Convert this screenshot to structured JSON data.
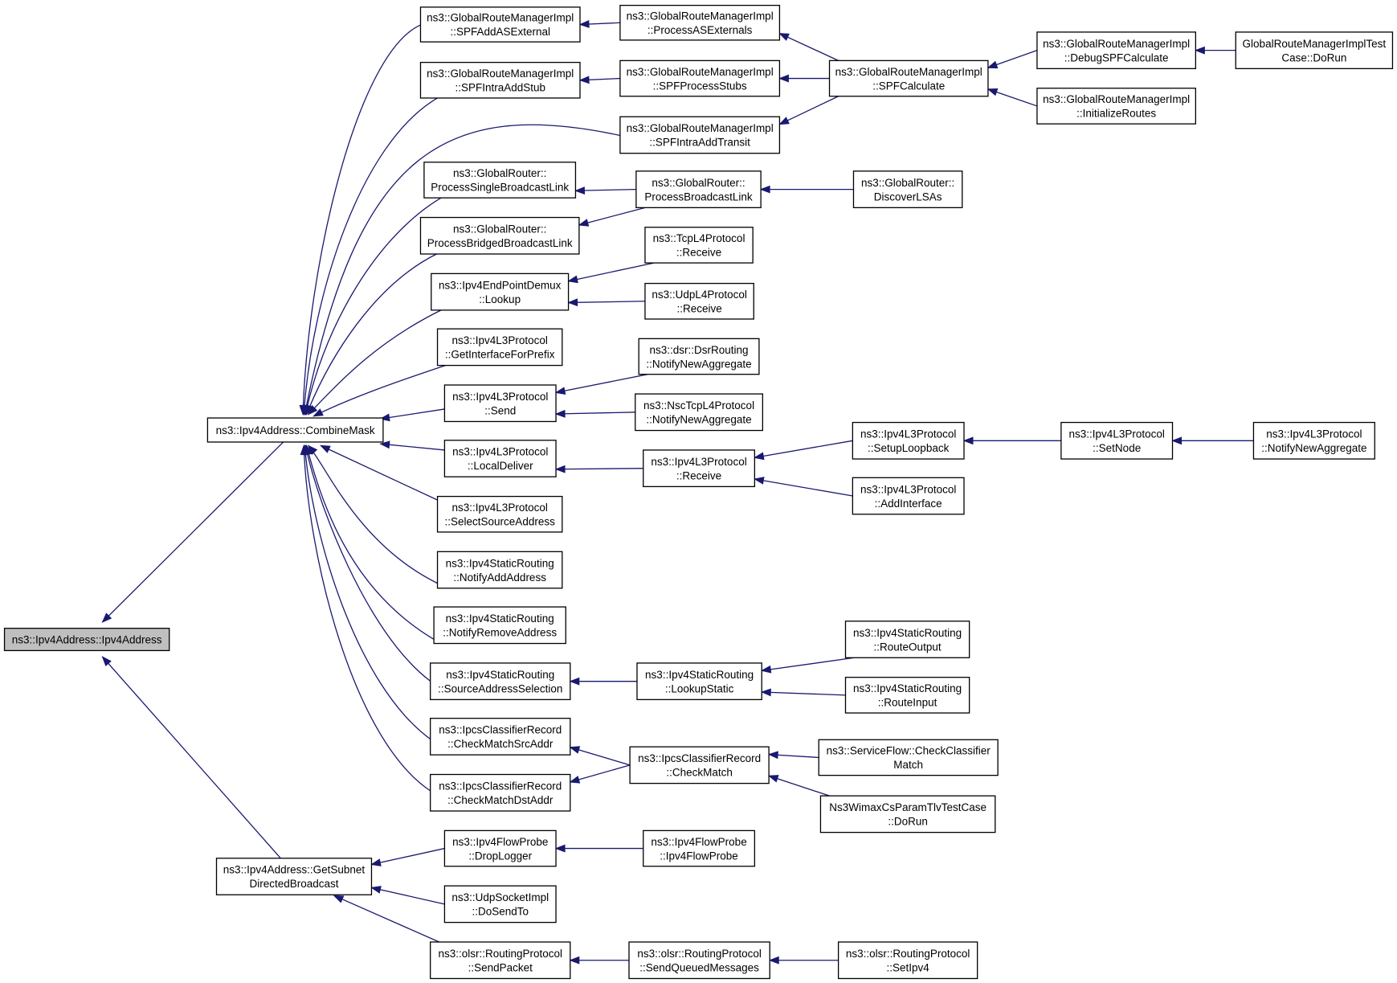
{
  "nodes": [
    {
      "id": "root",
      "lines": [
        "ns3::Ipv4Address::Ipv4Address"
      ]
    },
    {
      "id": "combine",
      "lines": [
        "ns3::Ipv4Address::CombineMask"
      ]
    },
    {
      "id": "subnet",
      "lines": [
        "ns3::Ipv4Address::GetSubnet",
        "DirectedBroadcast"
      ]
    },
    {
      "id": "spfAddAS",
      "lines": [
        "ns3::GlobalRouteManagerImpl",
        "::SPFAddASExternal"
      ]
    },
    {
      "id": "spfStub",
      "lines": [
        "ns3::GlobalRouteManagerImpl",
        "::SPFIntraAddStub"
      ]
    },
    {
      "id": "spfTransit",
      "lines": [
        "ns3::GlobalRouteManagerImpl",
        "::SPFIntraAddTransit"
      ]
    },
    {
      "id": "procASExt",
      "lines": [
        "ns3::GlobalRouteManagerImpl",
        "::ProcessASExternals"
      ]
    },
    {
      "id": "spfProcStubs",
      "lines": [
        "ns3::GlobalRouteManagerImpl",
        "::SPFProcessStubs"
      ]
    },
    {
      "id": "spfCalc",
      "lines": [
        "ns3::GlobalRouteManagerImpl",
        "::SPFCalculate"
      ]
    },
    {
      "id": "debugSPF",
      "lines": [
        "ns3::GlobalRouteManagerImpl",
        "::DebugSPFCalculate"
      ]
    },
    {
      "id": "initRoutes",
      "lines": [
        "ns3::GlobalRouteManagerImpl",
        "::InitializeRoutes"
      ]
    },
    {
      "id": "grmTest",
      "lines": [
        "GlobalRouteManagerImplTest",
        "Case::DoRun"
      ]
    },
    {
      "id": "procSingleBL",
      "lines": [
        "ns3::GlobalRouter::",
        "ProcessSingleBroadcastLink"
      ]
    },
    {
      "id": "procBridgedBL",
      "lines": [
        "ns3::GlobalRouter::",
        "ProcessBridgedBroadcastLink"
      ]
    },
    {
      "id": "procBL",
      "lines": [
        "ns3::GlobalRouter::",
        "ProcessBroadcastLink"
      ]
    },
    {
      "id": "discoverLSAs",
      "lines": [
        "ns3::GlobalRouter::",
        "DiscoverLSAs"
      ]
    },
    {
      "id": "epDemux",
      "lines": [
        "ns3::Ipv4EndPointDemux",
        "::Lookup"
      ]
    },
    {
      "id": "tcpRecv",
      "lines": [
        "ns3::TcpL4Protocol",
        "::Receive"
      ]
    },
    {
      "id": "udpRecv",
      "lines": [
        "ns3::UdpL4Protocol",
        "::Receive"
      ]
    },
    {
      "id": "getIfPrefix",
      "lines": [
        "ns3::Ipv4L3Protocol",
        "::GetInterfaceForPrefix"
      ]
    },
    {
      "id": "l3Send",
      "lines": [
        "ns3::Ipv4L3Protocol",
        "::Send"
      ]
    },
    {
      "id": "dsrNotify",
      "lines": [
        "ns3::dsr::DsrRouting",
        "::NotifyNewAggregate"
      ]
    },
    {
      "id": "nscNotify",
      "lines": [
        "ns3::NscTcpL4Protocol",
        "::NotifyNewAggregate"
      ]
    },
    {
      "id": "localDeliver",
      "lines": [
        "ns3::Ipv4L3Protocol",
        "::LocalDeliver"
      ]
    },
    {
      "id": "l3Recv",
      "lines": [
        "ns3::Ipv4L3Protocol",
        "::Receive"
      ]
    },
    {
      "id": "setupLoop",
      "lines": [
        "ns3::Ipv4L3Protocol",
        "::SetupLoopback"
      ]
    },
    {
      "id": "addIf",
      "lines": [
        "ns3::Ipv4L3Protocol",
        "::AddInterface"
      ]
    },
    {
      "id": "setNode",
      "lines": [
        "ns3::Ipv4L3Protocol",
        "::SetNode"
      ]
    },
    {
      "id": "l3Notify",
      "lines": [
        "ns3::Ipv4L3Protocol",
        "::NotifyNewAggregate"
      ]
    },
    {
      "id": "selSrc",
      "lines": [
        "ns3::Ipv4L3Protocol",
        "::SelectSourceAddress"
      ]
    },
    {
      "id": "srNotifyAdd",
      "lines": [
        "ns3::Ipv4StaticRouting",
        "::NotifyAddAddress"
      ]
    },
    {
      "id": "srNotifyRem",
      "lines": [
        "ns3::Ipv4StaticRouting",
        "::NotifyRemoveAddress"
      ]
    },
    {
      "id": "srSrcSel",
      "lines": [
        "ns3::Ipv4StaticRouting",
        "::SourceAddressSelection"
      ]
    },
    {
      "id": "srLookup",
      "lines": [
        "ns3::Ipv4StaticRouting",
        "::LookupStatic"
      ]
    },
    {
      "id": "srRouteOut",
      "lines": [
        "ns3::Ipv4StaticRouting",
        "::RouteOutput"
      ]
    },
    {
      "id": "srRouteIn",
      "lines": [
        "ns3::Ipv4StaticRouting",
        "::RouteInput"
      ]
    },
    {
      "id": "ipcsSrc",
      "lines": [
        "ns3::IpcsClassifierRecord",
        "::CheckMatchSrcAddr"
      ]
    },
    {
      "id": "ipcsDst",
      "lines": [
        "ns3::IpcsClassifierRecord",
        "::CheckMatchDstAddr"
      ]
    },
    {
      "id": "ipcsMatch",
      "lines": [
        "ns3::IpcsClassifierRecord",
        "::CheckMatch"
      ]
    },
    {
      "id": "sfCheck",
      "lines": [
        "ns3::ServiceFlow::CheckClassifier",
        "Match"
      ]
    },
    {
      "id": "wimaxTest",
      "lines": [
        "Ns3WimaxCsParamTlvTestCase",
        "::DoRun"
      ]
    },
    {
      "id": "fpDrop",
      "lines": [
        "ns3::Ipv4FlowProbe",
        "::DropLogger"
      ]
    },
    {
      "id": "fpCtor",
      "lines": [
        "ns3::Ipv4FlowProbe",
        "::Ipv4FlowProbe"
      ]
    },
    {
      "id": "udpSend",
      "lines": [
        "ns3::UdpSocketImpl",
        "::DoSendTo"
      ]
    },
    {
      "id": "olsrSend",
      "lines": [
        "ns3::olsr::RoutingProtocol",
        "::SendPacket"
      ]
    },
    {
      "id": "olsrQueued",
      "lines": [
        "ns3::olsr::RoutingProtocol",
        "::SendQueuedMessages"
      ]
    },
    {
      "id": "olsrSetIpv4",
      "lines": [
        "ns3::olsr::RoutingProtocol",
        "::SetIpv4"
      ]
    }
  ],
  "edges": [
    {
      "from": "combine",
      "to": "root"
    },
    {
      "from": "subnet",
      "to": "root"
    },
    {
      "from": "spfAddAS",
      "to": "combine"
    },
    {
      "from": "spfStub",
      "to": "combine"
    },
    {
      "from": "spfTransit",
      "to": "combine"
    },
    {
      "from": "procSingleBL",
      "to": "combine"
    },
    {
      "from": "procBridgedBL",
      "to": "combine"
    },
    {
      "from": "epDemux",
      "to": "combine"
    },
    {
      "from": "getIfPrefix",
      "to": "combine"
    },
    {
      "from": "l3Send",
      "to": "combine"
    },
    {
      "from": "localDeliver",
      "to": "combine"
    },
    {
      "from": "selSrc",
      "to": "combine"
    },
    {
      "from": "srNotifyAdd",
      "to": "combine"
    },
    {
      "from": "srNotifyRem",
      "to": "combine"
    },
    {
      "from": "srSrcSel",
      "to": "combine"
    },
    {
      "from": "ipcsSrc",
      "to": "combine"
    },
    {
      "from": "ipcsDst",
      "to": "combine"
    },
    {
      "from": "procASExt",
      "to": "spfAddAS"
    },
    {
      "from": "spfProcStubs",
      "to": "spfStub"
    },
    {
      "from": "spfCalc",
      "to": "procASExt"
    },
    {
      "from": "spfCalc",
      "to": "spfProcStubs"
    },
    {
      "from": "spfCalc",
      "to": "spfTransit"
    },
    {
      "from": "debugSPF",
      "to": "spfCalc"
    },
    {
      "from": "initRoutes",
      "to": "spfCalc"
    },
    {
      "from": "grmTest",
      "to": "debugSPF"
    },
    {
      "from": "procBL",
      "to": "procSingleBL"
    },
    {
      "from": "procBL",
      "to": "procBridgedBL"
    },
    {
      "from": "discoverLSAs",
      "to": "procBL"
    },
    {
      "from": "tcpRecv",
      "to": "epDemux"
    },
    {
      "from": "udpRecv",
      "to": "epDemux"
    },
    {
      "from": "dsrNotify",
      "to": "l3Send"
    },
    {
      "from": "nscNotify",
      "to": "l3Send"
    },
    {
      "from": "l3Recv",
      "to": "localDeliver"
    },
    {
      "from": "setupLoop",
      "to": "l3Recv"
    },
    {
      "from": "addIf",
      "to": "l3Recv"
    },
    {
      "from": "setNode",
      "to": "setupLoop"
    },
    {
      "from": "l3Notify",
      "to": "setNode"
    },
    {
      "from": "srLookup",
      "to": "srSrcSel"
    },
    {
      "from": "srRouteOut",
      "to": "srLookup"
    },
    {
      "from": "srRouteIn",
      "to": "srLookup"
    },
    {
      "from": "ipcsMatch",
      "to": "ipcsSrc"
    },
    {
      "from": "ipcsMatch",
      "to": "ipcsDst"
    },
    {
      "from": "sfCheck",
      "to": "ipcsMatch"
    },
    {
      "from": "wimaxTest",
      "to": "ipcsMatch"
    },
    {
      "from": "fpDrop",
      "to": "subnet"
    },
    {
      "from": "udpSend",
      "to": "subnet"
    },
    {
      "from": "olsrSend",
      "to": "subnet"
    },
    {
      "from": "fpCtor",
      "to": "fpDrop"
    },
    {
      "from": "olsrQueued",
      "to": "olsrSend"
    },
    {
      "from": "olsrSetIpv4",
      "to": "olsrQueued"
    }
  ]
}
